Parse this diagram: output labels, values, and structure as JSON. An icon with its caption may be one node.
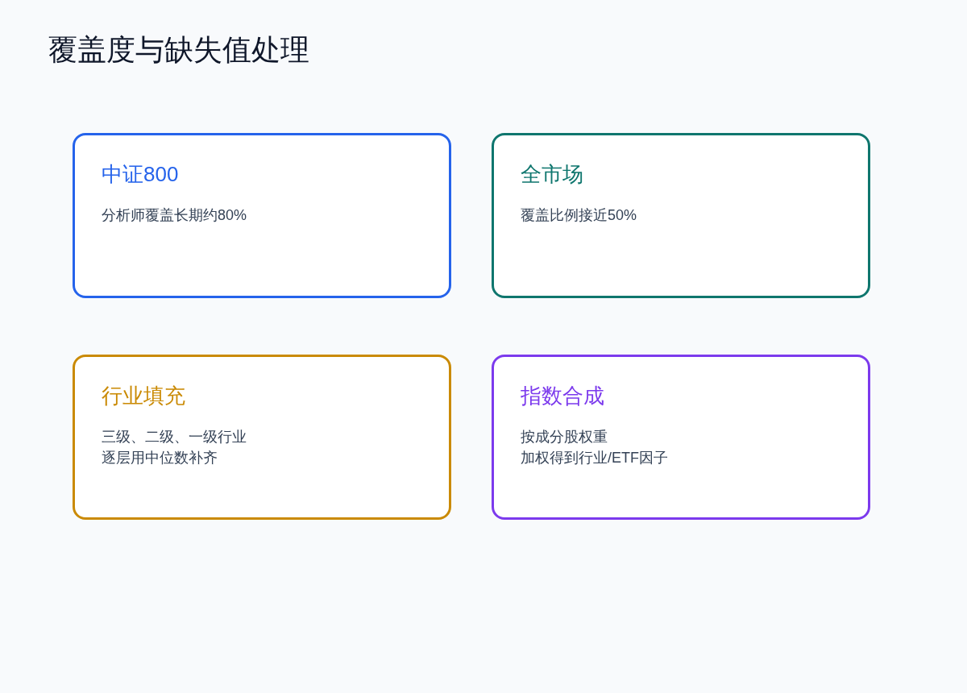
{
  "diagram": {
    "title": "覆盖度与缺失值处理",
    "nodes": [
      {
        "text": [
          "中证800",
          "分析师覆盖长期约80%"
        ]
      },
      {
        "text": [
          "全市场",
          "覆盖比例接近50%"
        ]
      },
      {
        "text": [
          "行业填充",
          "三级、二级、一级行业",
          "逐层用中位数补齐"
        ]
      },
      {
        "text": [
          "指数合成",
          "按成分股权重",
          "加权得到行业/ETF因子"
        ]
      }
    ]
  }
}
